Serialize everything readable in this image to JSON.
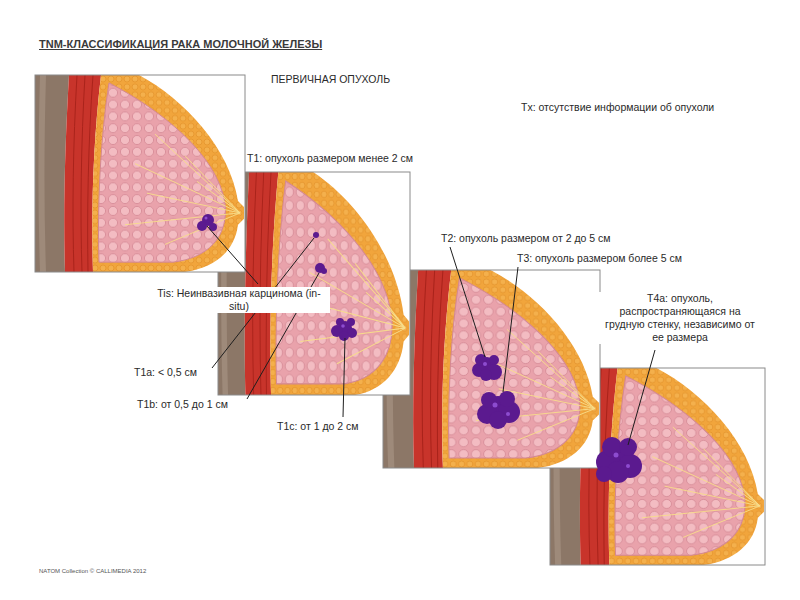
{
  "diagram": {
    "title": "TNM-КЛАССИФИКАЦИЯ РАКА МОЛОЧНОЙ ЖЕЛЕЗЫ",
    "labels": [
      "ПЕРВИЧНАЯ ОПУХОЛЬ",
      "Tx: отсутствие информации об опухоли",
      "T1: опухоль размером менее 2 см",
      "Tis: Неинвазивная карцинома (in-situ)",
      "T1a: < 0,5 см",
      "T1b: от 0,5 до 1 см",
      "T1c: от 1 до 2 см",
      "T2: опухоль размером от 2 до 5 см",
      "T3: опухоль размером более 5 см",
      "T4a: опухоль, распространяющаяся на грудную стенку, независимо от ее размера",
      "NATOM Collection © CALLIMEDIA 2012"
    ]
  }
}
